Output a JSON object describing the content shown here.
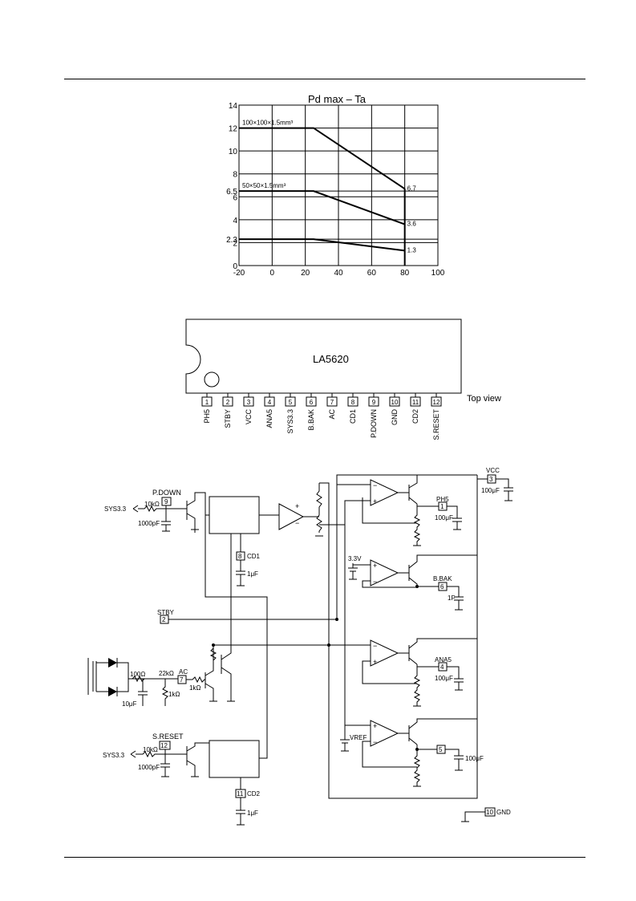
{
  "chart_data": {
    "type": "line",
    "title": "Pd max  –  Ta",
    "xlabel": "",
    "ylabel": "",
    "xlim": [
      -20,
      100
    ],
    "ylim": [
      0,
      14
    ],
    "x_ticks": [
      "-20",
      "0",
      "20",
      "40",
      "60",
      "80",
      "100"
    ],
    "y_ticks": [
      "0",
      "2",
      "2.3",
      "4",
      "6",
      "6.5",
      "8",
      "10",
      "12",
      "14"
    ],
    "grid": true,
    "series": [
      {
        "name": "100×100×1.5mm³",
        "x": [
          -20,
          25,
          80
        ],
        "y": [
          12,
          12,
          6.7
        ],
        "end_label": "6.7"
      },
      {
        "name": "50×50×1.5mm³",
        "x": [
          -20,
          25,
          80
        ],
        "y": [
          6.5,
          6.5,
          3.6
        ],
        "end_label": "3.6"
      },
      {
        "name": "",
        "x": [
          -20,
          25,
          80
        ],
        "y": [
          2.3,
          2.3,
          1.3
        ],
        "end_label": "1.3"
      }
    ]
  },
  "package": {
    "part_name": "LA5620",
    "view_label": "Top view",
    "pins": [
      {
        "num": "1",
        "name": "PH5"
      },
      {
        "num": "2",
        "name": "STBY"
      },
      {
        "num": "3",
        "name": "VCC"
      },
      {
        "num": "4",
        "name": "ANA5"
      },
      {
        "num": "5",
        "name": "SYS3.3"
      },
      {
        "num": "6",
        "name": "B.BAK"
      },
      {
        "num": "7",
        "name": "AC"
      },
      {
        "num": "8",
        "name": "CD1"
      },
      {
        "num": "9",
        "name": "P.DOWN"
      },
      {
        "num": "10",
        "name": "GND"
      },
      {
        "num": "11",
        "name": "CD2"
      },
      {
        "num": "12",
        "name": "S.RESET"
      }
    ]
  },
  "circuit": {
    "pdown_label": "P.DOWN",
    "pdown_pin": "9",
    "sys33_a": "SYS3.3",
    "sys33_b": "SYS3.3",
    "r10k_a": "10kΩ",
    "r10k_b": "10kΩ",
    "c1000p_a": "1000pF",
    "c1000p_b": "1000pF",
    "cd1_pin": "8",
    "cd1_label": "CD1",
    "c1u_a": "1μF",
    "stby_label": "STBY",
    "stby_pin": "2",
    "r100": "100Ω",
    "c10u": "10μF",
    "r1k": "1kΩ",
    "r22k": "22kΩ",
    "ac_label": "AC",
    "ac_pin": "7",
    "r1k_b": "1kΩ",
    "sreset_label": "S.RESET",
    "sreset_pin": "12",
    "cd2_pin": "11",
    "cd2_label": "CD2",
    "c1u_b": "1μF",
    "v33": "3.3V",
    "vref": "VREF",
    "vcc_label": "VCC",
    "vcc_pin": "3",
    "vcc_cap": "100μF",
    "ph5_label": "PH5",
    "ph5_pin": "1",
    "ph5_cap": "100μF",
    "bbak_label": "B.BAK",
    "bbak_pin": "6",
    "bbak_cap": "1F",
    "ana5_label": "ANA5",
    "ana5_pin": "4",
    "ana5_cap": "100μF",
    "out5_pin": "5",
    "out5_cap": "100μF",
    "gnd_pin": "10",
    "gnd_label": "GND"
  }
}
